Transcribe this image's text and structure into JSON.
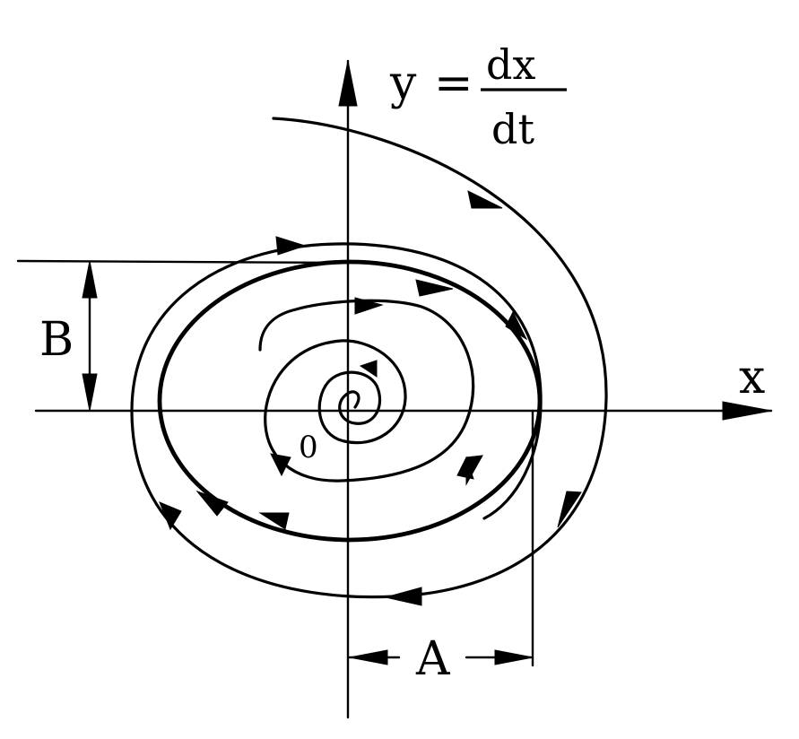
{
  "labels": {
    "y_axis_name": "y",
    "y_equals": "=",
    "y_numerator": "dx",
    "y_denominator": "dt",
    "x_axis": "x",
    "origin": "0",
    "dim_A": "A",
    "dim_B": "B"
  }
}
